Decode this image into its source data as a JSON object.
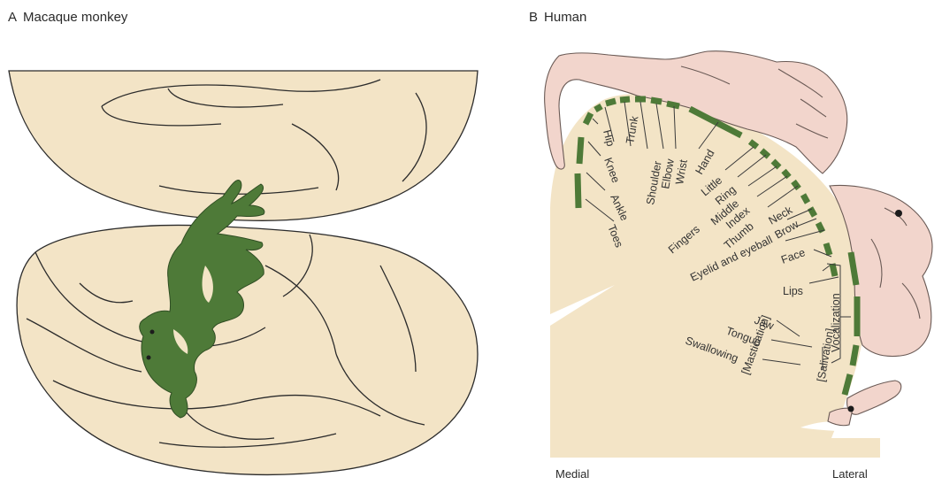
{
  "panel_a": {
    "letter": "A",
    "title": "Macaque monkey"
  },
  "panel_b": {
    "letter": "B",
    "title": "Human"
  },
  "axis": {
    "medial": "Medial",
    "lateral": "Lateral"
  },
  "homunculus_labels": {
    "toes": "Toes",
    "ankle": "Ankle",
    "knee": "Knee",
    "hip": "Hip",
    "trunk": "Trunk",
    "shoulder": "Shoulder",
    "elbow": "Elbow",
    "wrist": "Wrist",
    "hand": "Hand",
    "little": "Little",
    "ring": "Ring",
    "middle": "Middle",
    "index": "Index",
    "thumb": "Thumb",
    "fingers": "Fingers",
    "neck": "Neck",
    "brow": "Brow",
    "eyelid": "Eyelid and eyeball",
    "face": "Face",
    "lips": "Lips",
    "jaw": "Jaw",
    "tongue": "Tongue",
    "swallowing": "Swallowing",
    "mastication": "[Mastication]",
    "salivation": "[Salivation]",
    "vocalization": "Vocalization"
  },
  "colors": {
    "cortex": "#f3e4c6",
    "map_green": "#4e7a38",
    "body_pink": "#f2d5cc",
    "outline": "#2b2b2b"
  }
}
